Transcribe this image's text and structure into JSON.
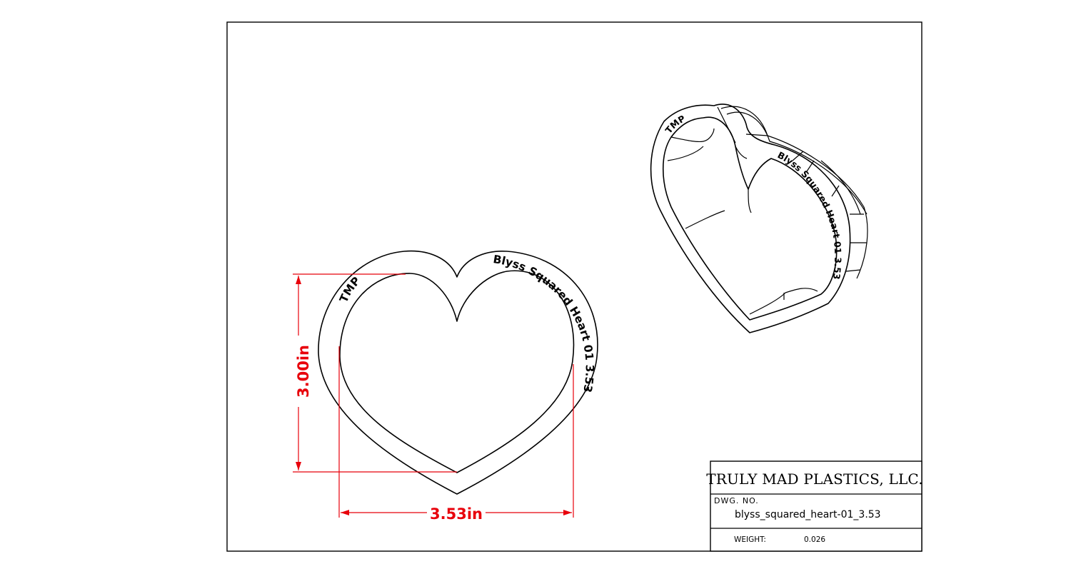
{
  "dimensions": {
    "height": "3.00in",
    "width": "3.53in"
  },
  "emboss": {
    "left": "TMP",
    "right": "Blyss Squared Heart 01 3.53"
  },
  "title_block": {
    "company": "TRULY MAD PLASTICS, LLC.",
    "dwg_no_label": "DWG. NO.",
    "dwg_no_value": "blyss_squared_heart-01_3.53",
    "weight_label": "WEIGHT:",
    "weight_value": "0.026"
  },
  "colors": {
    "dimension": "#e8000b",
    "line": "#000000"
  }
}
